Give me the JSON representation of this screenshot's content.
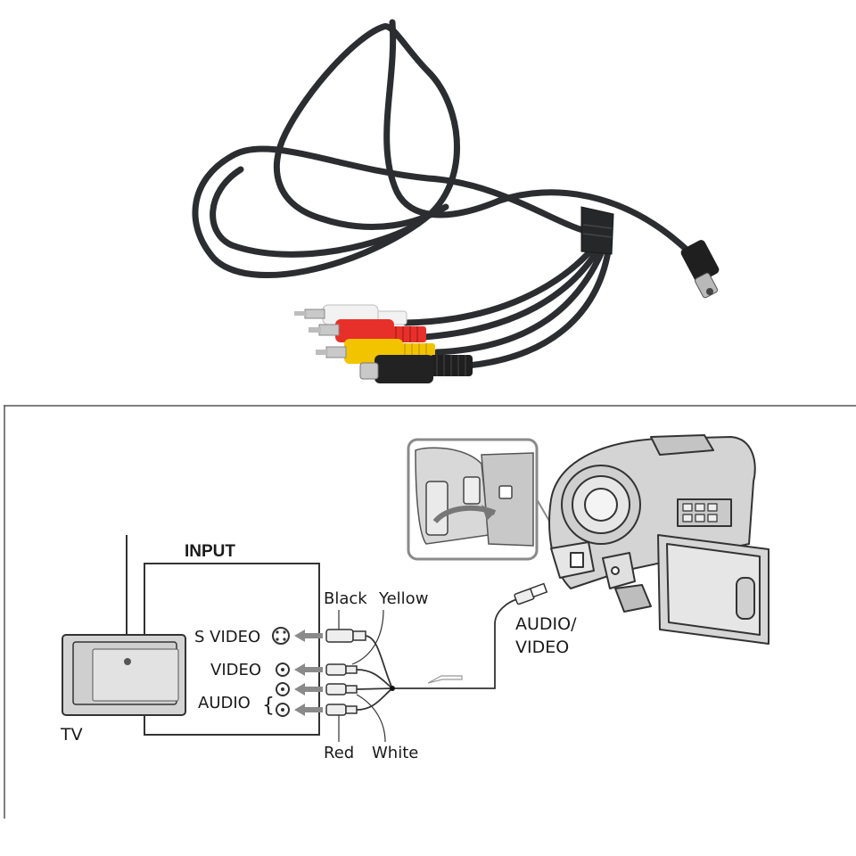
{
  "diagram": {
    "input_title": "INPUT",
    "tv_label": "TV",
    "s_video_label": "S VIDEO",
    "video_label": "VIDEO",
    "audio_label": "AUDIO",
    "audio_bracket": "{",
    "cable_top_left": "Black",
    "cable_top_right": "Yellow",
    "cable_bottom_left": "Red",
    "cable_bottom_right": "White",
    "av_label_line1": "AUDIO/",
    "av_label_line2": "VIDEO"
  },
  "colors": {
    "cable": "#2b2d30",
    "plug_white": "#f2f2f2",
    "plug_red": "#e8302a",
    "plug_yellow": "#f2c400",
    "plug_black": "#1f1f1f",
    "pin": "#c9c9c9",
    "drawing_line": "#333333",
    "drawing_fill": "#d4d4d4"
  },
  "icons": {
    "s_video_jack": "s-video-jack-icon",
    "rca_jack": "rca-jack-icon",
    "signal_arrow": "left-arrow-icon"
  }
}
